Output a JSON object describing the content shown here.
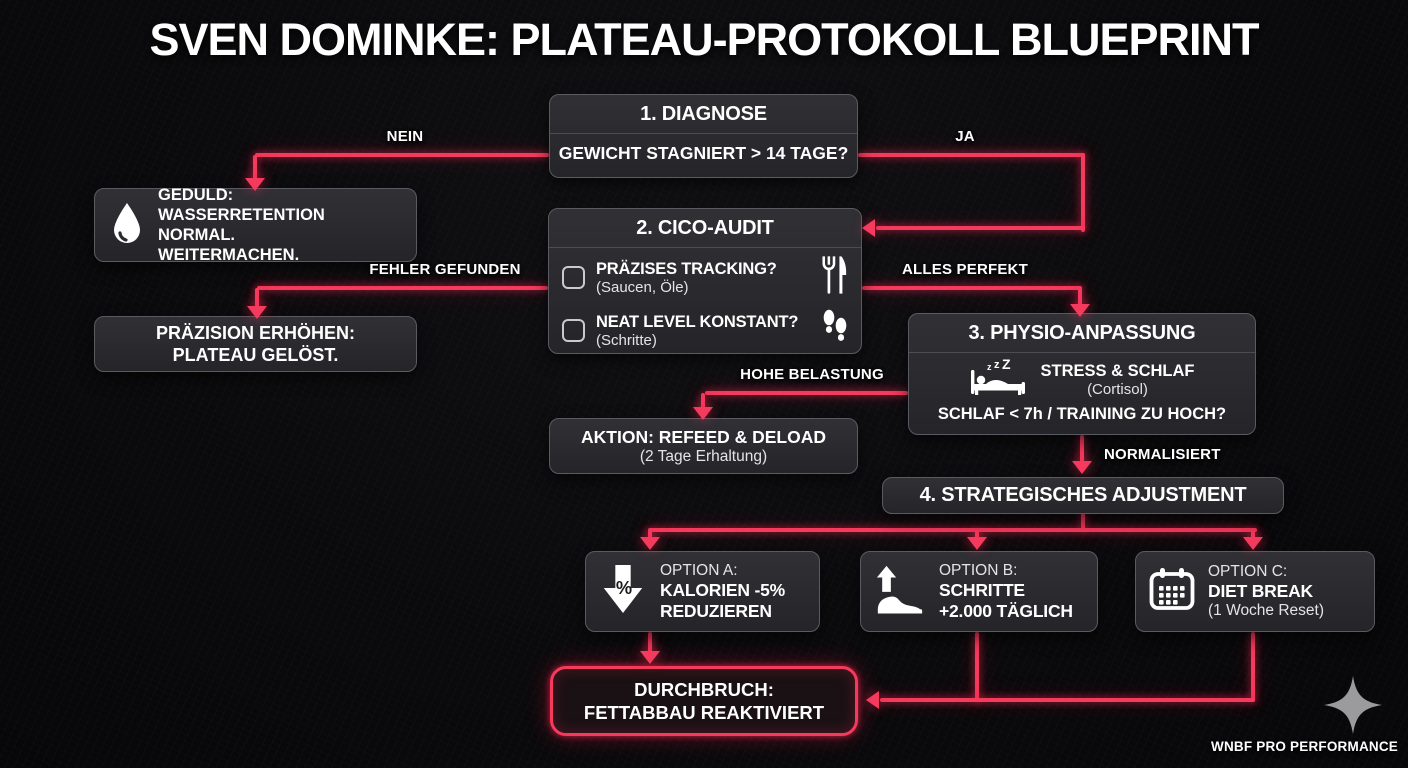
{
  "title": "SVEN DOMINKE: PLATEAU-PROTOKOLL BLUEPRINT",
  "colors": {
    "accent_red": "#f43a5d",
    "box_background": "#2b2b2f",
    "box_border": "#5a5a61",
    "background": "#0a0a0c",
    "text_primary": "#ffffff",
    "text_secondary": "#e4e4e8",
    "logo_gray": "#9b9b9d"
  },
  "nodes": {
    "diagnose": {
      "title": "1. DIAGNOSE",
      "question": "GEWICHT STAGNIERT > 14 TAGE?"
    },
    "geduld": {
      "icon": "water-drop-icon",
      "line1": "GEDULD:",
      "line2": "WASSERRETENTION NORMAL.",
      "line3": "WEITERMACHEN."
    },
    "cico": {
      "title": "2. CICO-AUDIT",
      "item1": {
        "label": "PRÄZISES TRACKING?",
        "detail": "(Saucen, Öle)",
        "icon": "fork-knife-icon"
      },
      "item2": {
        "label": "NEAT LEVEL KONSTANT?",
        "detail": "(Schritte)",
        "icon": "footsteps-icon"
      }
    },
    "praezision": {
      "line1": "PRÄZISION ERHÖHEN:",
      "line2": "PLATEAU GELÖST."
    },
    "physio": {
      "title": "3. PHYSIO-ANPASSUNG",
      "icon": "sleep-bed-icon",
      "label": "STRESS & SCHLAF",
      "detail": "(Cortisol)",
      "question": "SCHLAF < 7h / TRAINING ZU HOCH?"
    },
    "aktion": {
      "title": "AKTION: REFEED & DELOAD",
      "detail": "(2 Tage Erhaltung)"
    },
    "adjustment": {
      "title": "4. STRATEGISCHES ADJUSTMENT"
    },
    "option_a": {
      "icon": "percent-down-arrow-icon",
      "label": "OPTION A:",
      "line1": "KALORIEN -5%",
      "line2": "REDUZIEREN"
    },
    "option_b": {
      "icon": "steps-increase-icon",
      "label": "OPTION B:",
      "line1": "SCHRITTE",
      "line2": "+2.000 TÄGLICH"
    },
    "option_c": {
      "icon": "calendar-icon",
      "label": "OPTION C:",
      "line1": "DIET BREAK",
      "line2": "(1 Woche Reset)"
    },
    "durchbruch": {
      "line1": "DURCHBRUCH:",
      "line2": "FETTABBAU REAKTIVIERT"
    }
  },
  "edge_labels": {
    "nein": "NEIN",
    "ja": "JA",
    "fehler_gefunden": "FEHLER GEFUNDEN",
    "alles_perfekt": "ALLES PERFEKT",
    "hohe_belastung": "HOHE BELASTUNG",
    "normalisiert": "NORMALISIERT"
  },
  "footer": {
    "brand": "WNBF PRO PERFORMANCE",
    "icon": "sparkle-logo-icon"
  }
}
